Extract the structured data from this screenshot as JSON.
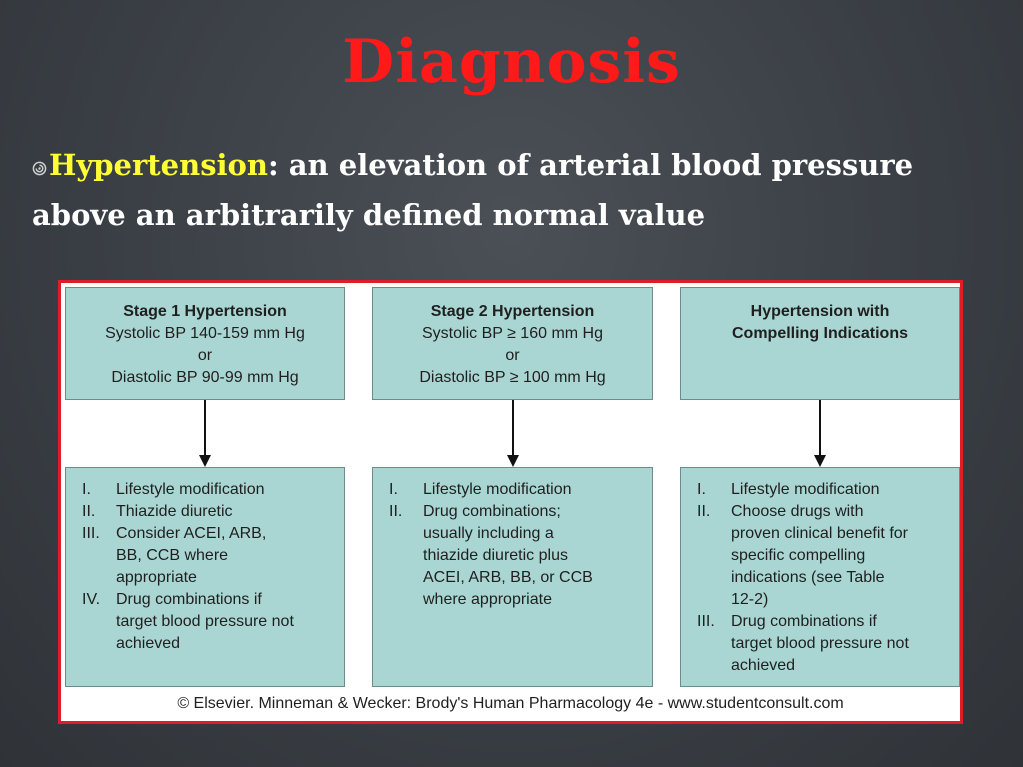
{
  "slide": {
    "title": "Diagnosis",
    "bullet_term": "Hypertension",
    "bullet_rest": ": an elevation of arterial blood pressure above an arbitrarily defined normal value"
  },
  "colors": {
    "title": "#ff1a1a",
    "term": "#ffff33",
    "box_fill": "#a9d6d2",
    "figure_border": "#e01b2a"
  },
  "figure": {
    "columns": [
      {
        "heading": "Stage 1 Hypertension",
        "lines": [
          "Systolic BP 140-159 mm Hg",
          "or",
          "Diastolic BP 90-99 mm Hg"
        ],
        "items": [
          {
            "num": "I.",
            "text": "Lifestyle modification"
          },
          {
            "num": "II.",
            "text": "Thiazide diuretic"
          },
          {
            "num": "III.",
            "text": "Consider ACEI, ARB,\nBB, CCB where\nappropriate"
          },
          {
            "num": "IV.",
            "text": "Drug combinations if\ntarget blood pressure not\nachieved"
          }
        ]
      },
      {
        "heading": "Stage 2 Hypertension",
        "lines": [
          "Systolic BP ≥ 160 mm Hg",
          "or",
          "Diastolic BP ≥ 100 mm Hg"
        ],
        "items": [
          {
            "num": "I.",
            "text": "Lifestyle modification"
          },
          {
            "num": "II.",
            "text": "Drug combinations;\nusually including a\nthiazide diuretic plus\nACEI, ARB, BB, or CCB\nwhere appropriate"
          }
        ]
      },
      {
        "heading": "Hypertension with\nCompelling Indications",
        "lines": [],
        "items": [
          {
            "num": "I.",
            "text": "Lifestyle modification"
          },
          {
            "num": "II.",
            "text": "Choose drugs with\nproven clinical benefit for\nspecific compelling\nindications (see Table\n12-2)"
          },
          {
            "num": "III.",
            "text": "Drug combinations if\ntarget blood pressure not\nachieved"
          }
        ]
      }
    ],
    "credit": "© Elsevier. Minneman & Wecker: Brody's Human Pharmacology 4e - www.studentconsult.com"
  }
}
